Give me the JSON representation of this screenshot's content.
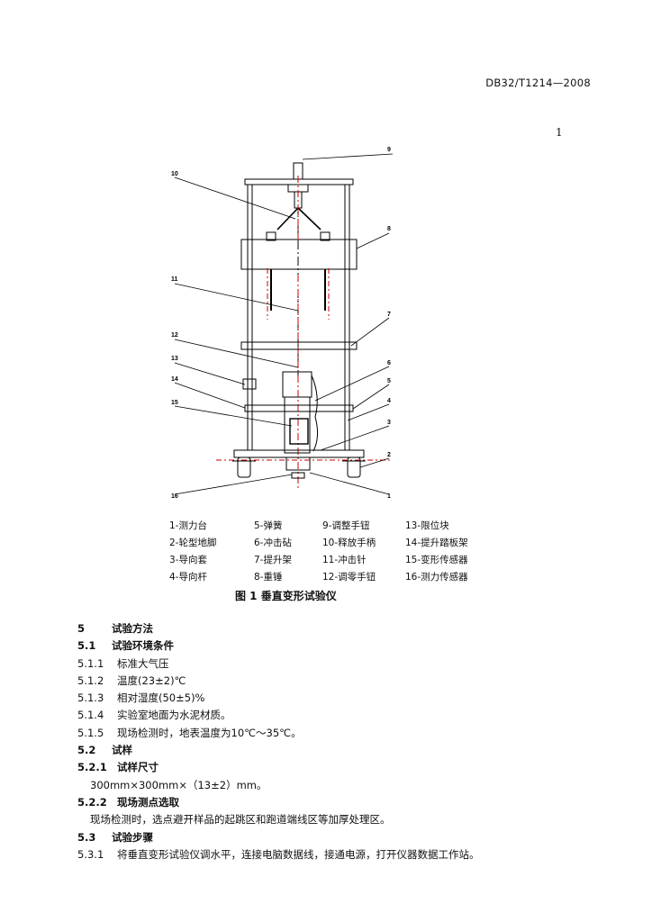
{
  "header": {
    "doc_code": "DB32/T1214—2008",
    "page_mark": "1"
  },
  "figure": {
    "callouts": [
      "1",
      "2",
      "3",
      "4",
      "5",
      "6",
      "7",
      "8",
      "9",
      "10",
      "11",
      "12",
      "13",
      "14",
      "15",
      "16"
    ],
    "legend": [
      [
        "1-测力台",
        "5-弹簧",
        "9-调整手钮",
        "13-限位块"
      ],
      [
        "2-轮型地脚",
        "6-冲击砧",
        "10-释放手柄",
        "14-提升踏板架"
      ],
      [
        "3-导向套",
        "7-提升架",
        "11-冲击针",
        "15-变形传感器"
      ],
      [
        "4-导向杆",
        "8-重锤",
        "12-调零手钮",
        "16-测力传感器"
      ]
    ],
    "caption": "图 1 垂直变形试验仪"
  },
  "sections": [
    {
      "num": "5",
      "text": "试验方法",
      "bold": true
    },
    {
      "num": "5.1",
      "text": "试验环境条件",
      "bold": true
    },
    {
      "num": "5.1.1",
      "text": "标准大气压",
      "bold": false
    },
    {
      "num": "5.1.2",
      "text": "温度(23±2)℃",
      "bold": false
    },
    {
      "num": "5.1.3",
      "text": "相对湿度(50±5)%",
      "bold": false
    },
    {
      "num": "5.1.4",
      "text": "实验室地面为水泥材质。",
      "bold": false
    },
    {
      "num": "5.1.5",
      "text": "现场检测时，地表温度为10℃～35℃。",
      "bold": false
    },
    {
      "num": "5.2",
      "text": "试样",
      "bold": true
    },
    {
      "num": "5.2.1",
      "text": "试样尺寸",
      "bold": true
    },
    {
      "num": "",
      "text": "300mm×300mm×（13±2）mm。",
      "bold": false,
      "indent": true
    },
    {
      "num": "5.2.2",
      "text": "现场测点选取",
      "bold": true
    },
    {
      "num": "",
      "text": "现场检测时，选点避开样品的起跳区和跑道端线区等加厚处理区。",
      "bold": false,
      "indent": true
    },
    {
      "num": "5.3",
      "text": "试验步骤",
      "bold": true
    },
    {
      "num": "5.3.1",
      "text": "将垂直变形试验仪调水平，连接电脑数据线，接通电源，打开仪器数据工作站。",
      "bold": false
    }
  ]
}
